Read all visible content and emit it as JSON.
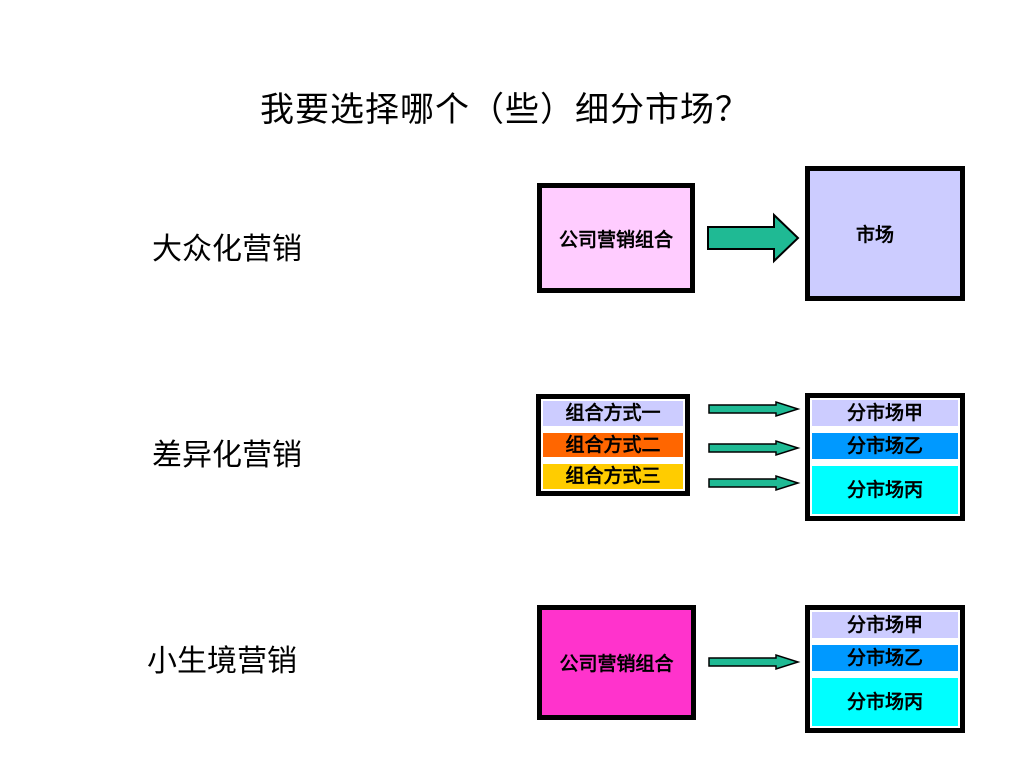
{
  "title": "我要选择哪个（些）细分市场？",
  "colors": {
    "arrow_fill": "#1fba94",
    "pink_light": "#ffccff",
    "lavender": "#ccccff",
    "lavender_row": "#ccccff",
    "orange": "#ff6600",
    "gold": "#ffcc00",
    "blue": "#0099ff",
    "cyan": "#00ffff",
    "magenta": "#ff33cc"
  },
  "mass": {
    "label": "大众化营销",
    "company_mix": "公司营销组合",
    "market": "市场"
  },
  "differentiated": {
    "label": "差异化营销",
    "mixes": [
      "组合方式一",
      "组合方式二",
      "组合方式三"
    ],
    "segments": [
      "分市场甲",
      "分市场乙",
      "分市场丙"
    ]
  },
  "niche": {
    "label": "小生境营销",
    "company_mix": "公司营销组合",
    "segments": [
      "分市场甲",
      "分市场乙",
      "分市场丙"
    ]
  }
}
